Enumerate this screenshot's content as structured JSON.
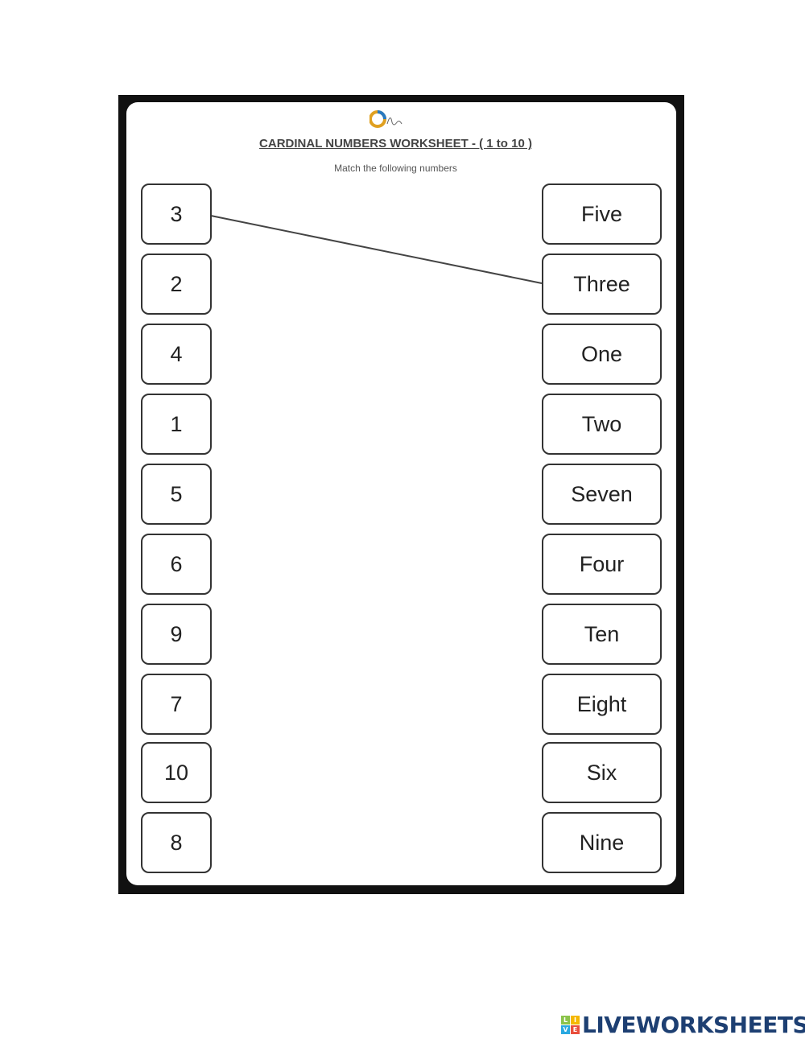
{
  "worksheet": {
    "title": "CARDINAL NUMBERS WORKSHEET - ( 1 to 10 )",
    "subtitle": "Match the following numbers",
    "numbers": [
      "3",
      "2",
      "4",
      "1",
      "5",
      "6",
      "9",
      "7",
      "10",
      "8"
    ],
    "words": [
      "Five",
      "Three",
      "One",
      "Two",
      "Seven",
      "Four",
      "Ten",
      "Eight",
      "Six",
      "Nine"
    ],
    "drawn_match": {
      "from": "3",
      "to": "Three"
    }
  },
  "brand": {
    "name": "LIVEWORKSHEETS",
    "tiles": [
      "L",
      "I",
      "V",
      "E"
    ],
    "tile_colors": [
      "#8bc34a",
      "#f5b800",
      "#29a8e0",
      "#e94e3c"
    ],
    "text_color": "#1d3f72"
  }
}
